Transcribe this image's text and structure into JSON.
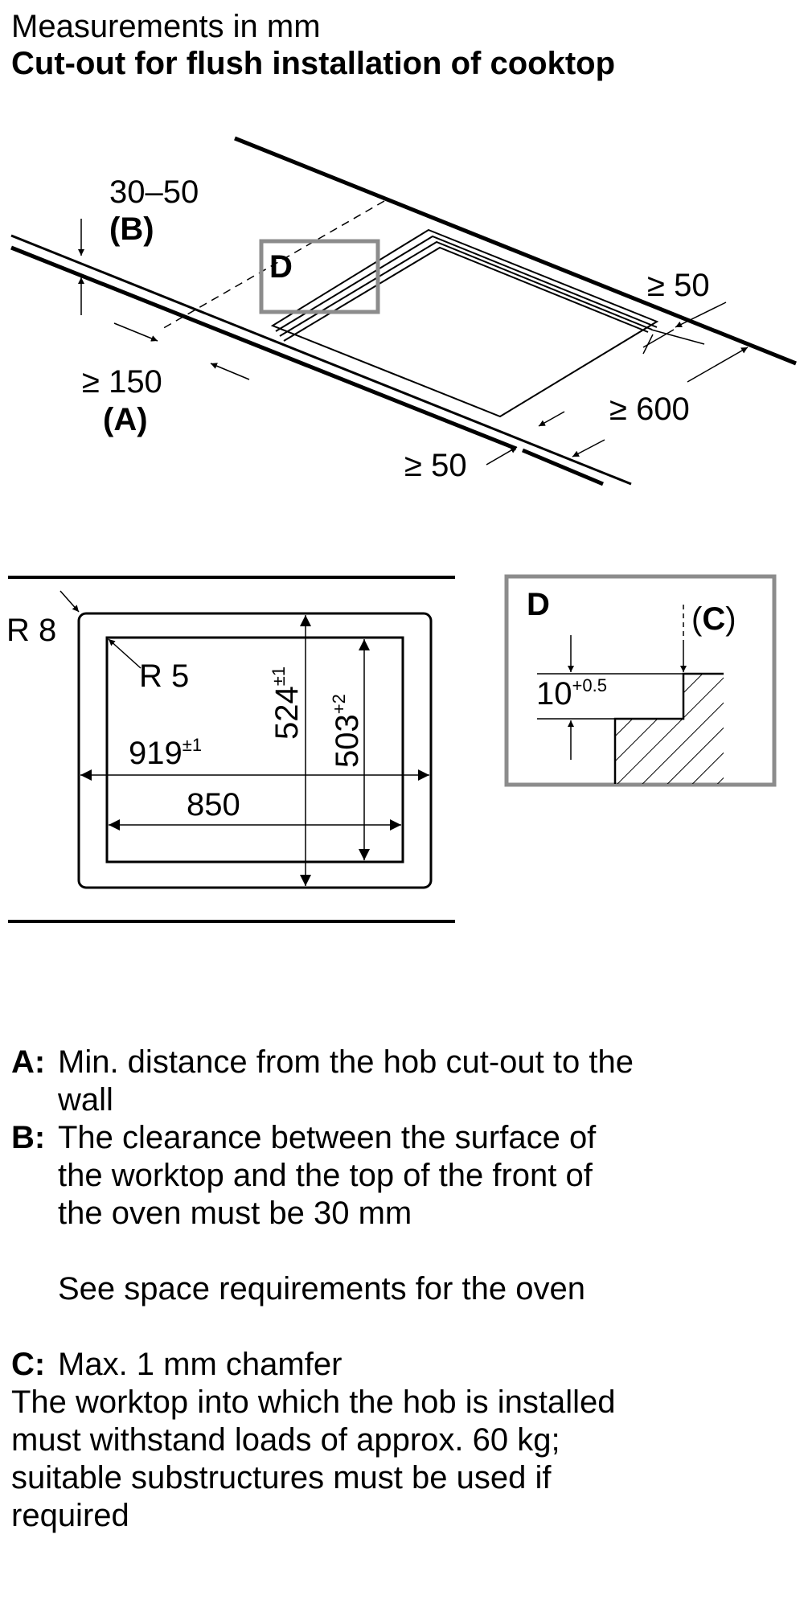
{
  "heading": {
    "subtitle": "Measurements in mm",
    "title": "Cut-out for flush installation of cooktop"
  },
  "iso": {
    "dim_b": "30–50",
    "label_b": "(B)",
    "detail_tag": "D",
    "dim_a": "≥ 150",
    "label_a": "(A)",
    "dim_right": "≥ 50",
    "dim_depth": "≥ 600",
    "dim_front": "≥ 50"
  },
  "plan": {
    "outer_radius": "R 8",
    "inner_radius": "R 5",
    "width_outer": "919",
    "width_outer_tol": "±1",
    "width_inner": "850",
    "depth_outer": "524",
    "depth_outer_tol": "±1",
    "depth_inner": "503",
    "depth_inner_tol": "+2"
  },
  "detail": {
    "tag": "D",
    "chamfer_label": "(C)",
    "rebate_depth": "10",
    "rebate_tol": "+0.5"
  },
  "legend": {
    "a_key": "A:",
    "a_line1": "Min. distance from the hob cut-out to the",
    "a_line2": "wall",
    "b_key": "B:",
    "b_line1": "The clearance between the surface of",
    "b_line2": "the worktop and the top of the front of",
    "b_line3": "the oven must be 30 mm",
    "b_note": "See space requirements for the oven",
    "c_key": "C:",
    "c_line1": "Max. 1 mm chamfer",
    "note_line1": "The worktop into which the hob is installed",
    "note_line2": "must withstand loads of approx. 60 kg;",
    "note_line3": "suitable substructures must be used if",
    "note_line4": "required"
  }
}
